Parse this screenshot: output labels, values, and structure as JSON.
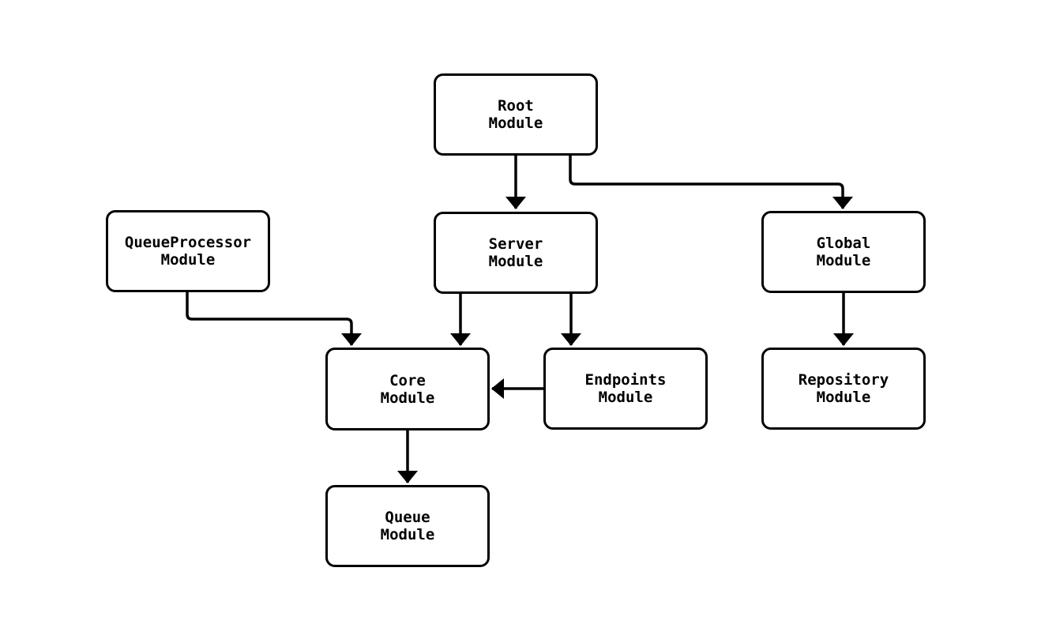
{
  "diagram": {
    "type": "flowchart",
    "background_color": "#ffffff",
    "node_fill_color": "#ffffff",
    "stroke_color": "#000000",
    "text_color": "#000000",
    "nodes": {
      "root": {
        "line1": "Root",
        "line2": "Module"
      },
      "queueprocessor": {
        "line1": "QueueProcessor",
        "line2": "Module"
      },
      "server": {
        "line1": "Server",
        "line2": "Module"
      },
      "global": {
        "line1": "Global",
        "line2": "Module"
      },
      "core": {
        "line1": "Core",
        "line2": "Module"
      },
      "endpoints": {
        "line1": "Endpoints",
        "line2": "Module"
      },
      "repository": {
        "line1": "Repository",
        "line2": "Module"
      },
      "queue": {
        "line1": "Queue",
        "line2": "Module"
      }
    },
    "edges": [
      {
        "from": "Root Module",
        "to": "Server Module"
      },
      {
        "from": "Root Module",
        "to": "Global Module"
      },
      {
        "from": "QueueProcessor Module",
        "to": "Core Module"
      },
      {
        "from": "Server Module",
        "to": "Core Module"
      },
      {
        "from": "Server Module",
        "to": "Endpoints Module"
      },
      {
        "from": "Endpoints Module",
        "to": "Core Module"
      },
      {
        "from": "Global Module",
        "to": "Repository Module"
      },
      {
        "from": "Core Module",
        "to": "Queue Module"
      }
    ]
  }
}
